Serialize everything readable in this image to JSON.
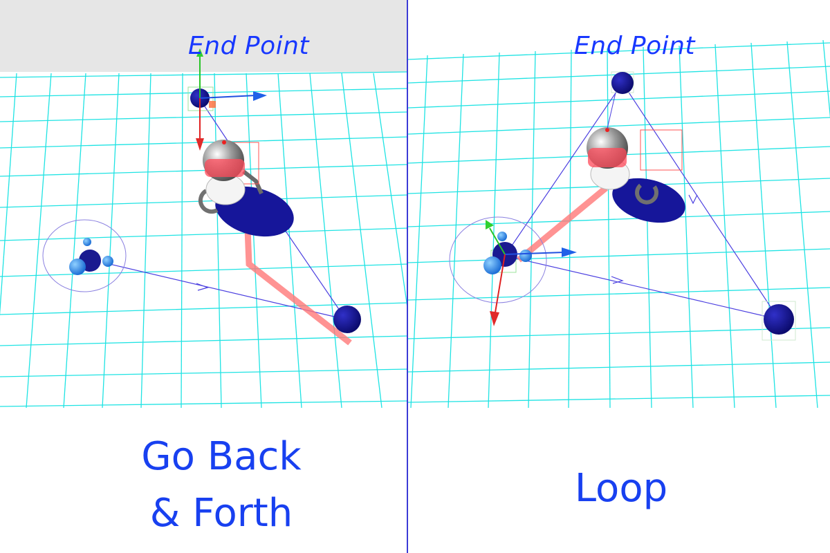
{
  "panels": {
    "left": {
      "header_label": "End Point",
      "caption_line1": "Go Back",
      "caption_line2": "& Forth"
    },
    "right": {
      "header_label": "End Point",
      "caption_line1": "Loop"
    }
  },
  "colors": {
    "grid": "#1ee3e3",
    "waypoint": "#15159a",
    "path_line": "#4b3fe0",
    "trail": "#ff7878",
    "label_text": "#1838ff",
    "divider": "#3b3bd6",
    "sky": "#e6e6e6"
  },
  "icons": {
    "move_gizmo": "translate-gizmo-icon",
    "robot": "robot-figure",
    "start_marker": "start-node-icon",
    "waypoint": "waypoint-sphere-icon"
  }
}
